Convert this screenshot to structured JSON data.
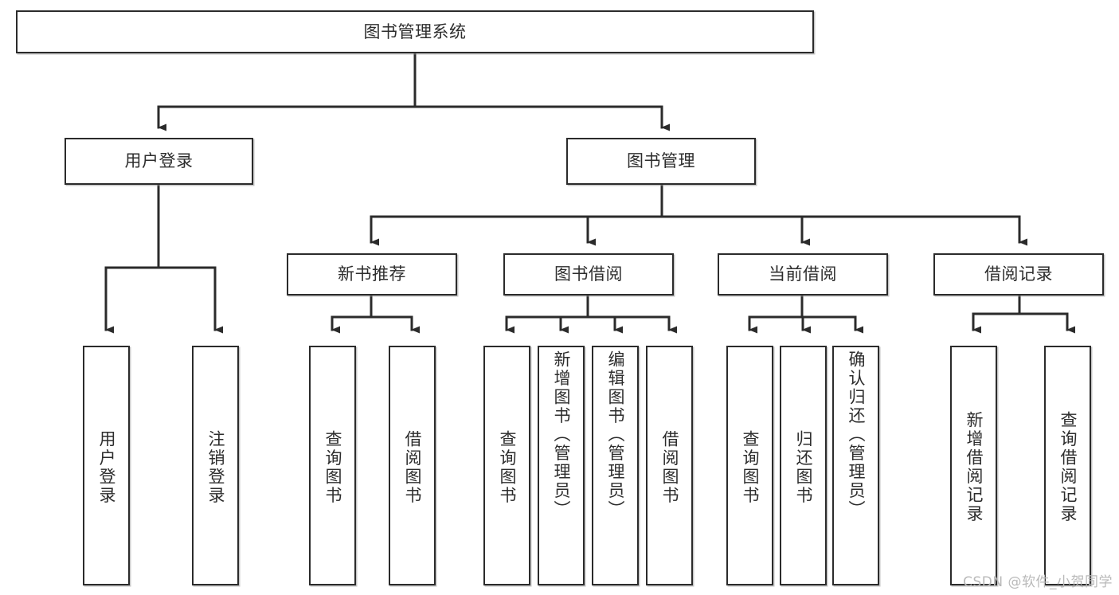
{
  "diagram": {
    "title": "图书管理系统",
    "type": "tree-hierarchy-diagram",
    "watermark": "CSDN @软件_小贺同学",
    "colors": {
      "background": "#ffffff",
      "box_border": "#2b2b2b",
      "box_fill": "#ffffff",
      "text": "#2d2d2d",
      "connector": "#2b2b2b",
      "watermark": "#b9b9b9"
    },
    "root": {
      "label": "图书管理系统"
    },
    "level1": [
      {
        "label": "用户登录"
      },
      {
        "label": "图书管理"
      }
    ],
    "level2": [
      {
        "label": "新书推荐"
      },
      {
        "label": "图书借阅"
      },
      {
        "label": "当前借阅"
      },
      {
        "label": "借阅记录"
      }
    ],
    "leaves": {
      "user_login": [
        {
          "label": "用户登录"
        },
        {
          "label": "注销登录"
        }
      ],
      "new_book_recommend": [
        {
          "label": "查询图书"
        },
        {
          "label": "借阅图书"
        }
      ],
      "book_borrow": [
        {
          "label": "查询图书"
        },
        {
          "label": "新增图书（管理员）"
        },
        {
          "label": "编辑图书（管理员）"
        },
        {
          "label": "借阅图书"
        }
      ],
      "current_borrow": [
        {
          "label": "查询图书"
        },
        {
          "label": "归还图书"
        },
        {
          "label": "确认归还（管理员）"
        }
      ],
      "borrow_record": [
        {
          "label": "新增借阅记录"
        },
        {
          "label": "查询借阅记录"
        }
      ]
    }
  }
}
